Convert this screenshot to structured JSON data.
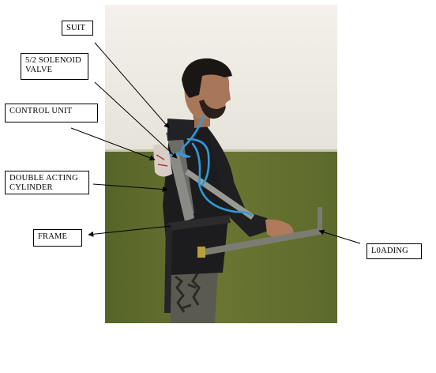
{
  "labels": {
    "suit": "SUIT",
    "solenoid_valve": "5/2 SOLENOID\nVALVE",
    "control_unit": "CONTROL UNIT",
    "double_acting_cylinder": "DOUBLE  ACTING\nCYLINDER",
    "frame": "FRAME",
    "loading": "L0ADING"
  },
  "colors": {
    "wall_upper": "#efede6",
    "wall_lower": "#5f6b2e",
    "tube": "#2f9bd9",
    "frame_metal": "#8a8a86",
    "shirt": "#1c1c1e"
  }
}
